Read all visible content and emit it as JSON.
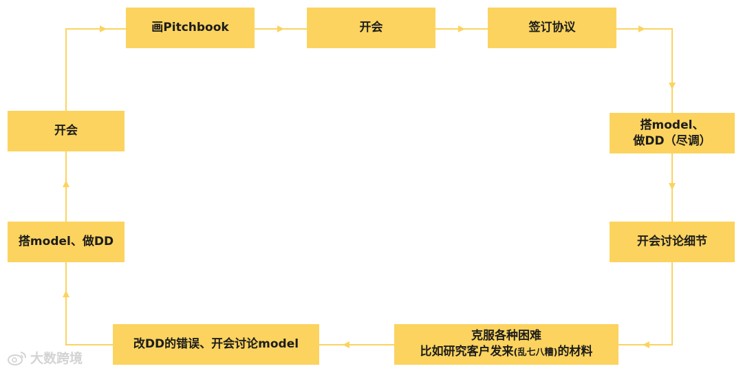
{
  "diagram": {
    "nodes": {
      "pitchbook": {
        "text": "画Pitchbook"
      },
      "meet1": {
        "text": "开会"
      },
      "sign": {
        "text": "签订协议"
      },
      "model_dd": {
        "line1": "搭model、",
        "line2": "做DD（尽调）"
      },
      "discuss": {
        "text": "开会讨论细节"
      },
      "overcome": {
        "line1": "克服各种困难",
        "line2a": "比如研究客户发来",
        "line2b": "(乱七八糟)",
        "line2c": "的材料"
      },
      "fix": {
        "text": "改DD的错误、开会讨论model"
      },
      "build": {
        "text": "搭model、做DD"
      },
      "meet0": {
        "text": "开会"
      }
    },
    "colors": {
      "box": "#fbd35e",
      "connector": "#fbd35e",
      "text": "#1c1c1c"
    }
  },
  "watermark": {
    "text": "大数跨境",
    "logo_icon": "weibo-logo-icon"
  }
}
